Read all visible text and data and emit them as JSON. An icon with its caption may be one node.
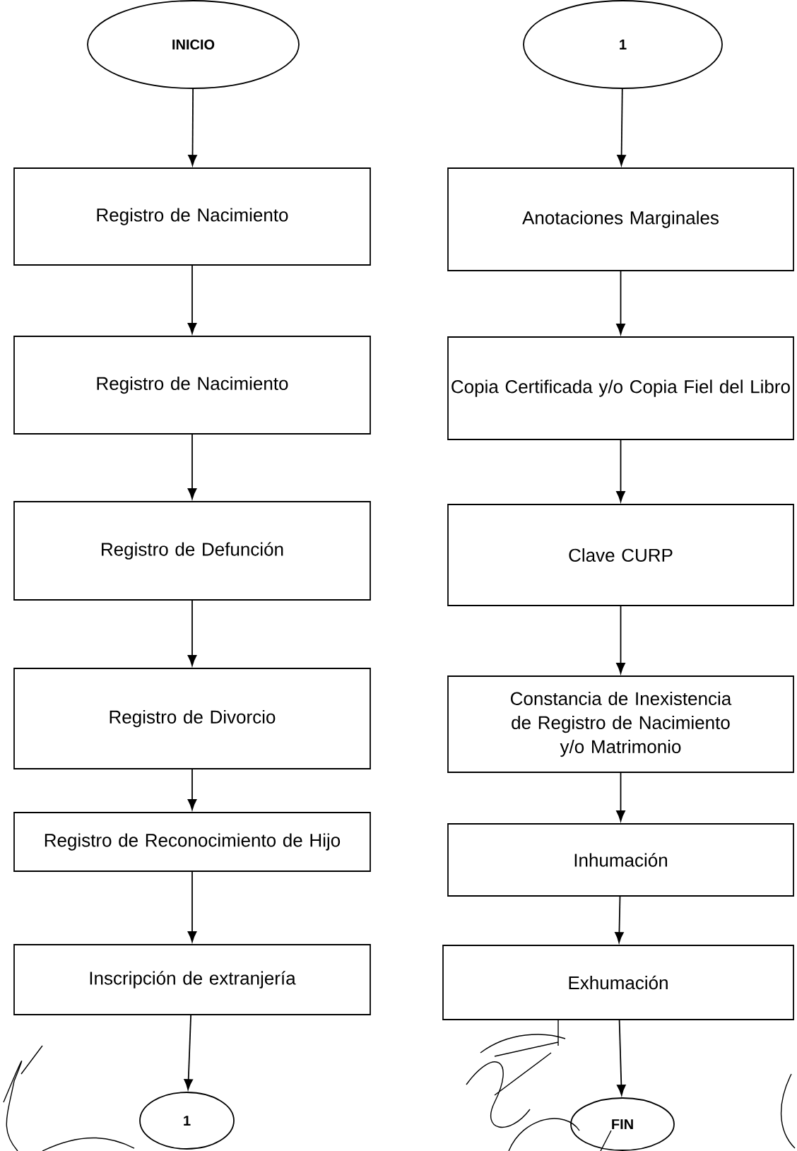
{
  "diagram": {
    "nodes": [
      {
        "text": [
          "INICIO"
        ]
      },
      {
        "text": [
          "Registro de Nacimiento"
        ]
      },
      {
        "text": [
          "Registro de Nacimiento"
        ]
      },
      {
        "text": [
          "Registro de Defunción"
        ]
      },
      {
        "text": [
          "Registro de Divorcio"
        ]
      },
      {
        "text": [
          "Registro de Reconocimiento de Hijo"
        ]
      },
      {
        "text": [
          "Inscripción de extranjería"
        ]
      },
      {
        "text": [
          "1"
        ]
      },
      {
        "text": [
          "1"
        ]
      },
      {
        "text": [
          "Anotaciones Marginales"
        ]
      },
      {
        "text": [
          "Copia Certificada y/o Copia Fiel del Libro"
        ]
      },
      {
        "text": [
          "Clave CURP"
        ]
      },
      {
        "text": [
          "Constancia de Inexistencia de Registro de Nacimiento y/o Matrimonio"
        ]
      },
      {
        "text": [
          "Inhumación"
        ]
      },
      {
        "text": [
          "Exhumación"
        ]
      },
      {
        "text": [
          "FIN"
        ]
      }
    ],
    "edges": [
      {
        "from": 0,
        "to": 1,
        "arrow": "to"
      },
      {
        "from": 1,
        "to": 2,
        "arrow": "to"
      },
      {
        "from": 2,
        "to": 3,
        "arrow": "to"
      },
      {
        "from": 3,
        "to": 4,
        "arrow": "to"
      },
      {
        "from": 4,
        "to": 5,
        "arrow": "to"
      },
      {
        "from": 5,
        "to": 6,
        "arrow": "to"
      },
      {
        "from": 6,
        "to": 7,
        "arrow": "to"
      },
      {
        "from": 8,
        "to": 9,
        "arrow": "to"
      },
      {
        "from": 9,
        "to": 10,
        "arrow": "to"
      },
      {
        "from": 10,
        "to": 11,
        "arrow": "to"
      },
      {
        "from": 11,
        "to": 12,
        "arrow": "to"
      },
      {
        "from": 12,
        "to": 13,
        "arrow": "to"
      },
      {
        "from": 13,
        "to": 14,
        "arrow": "to"
      },
      {
        "from": 14,
        "to": 15,
        "arrow": "to"
      }
    ]
  }
}
